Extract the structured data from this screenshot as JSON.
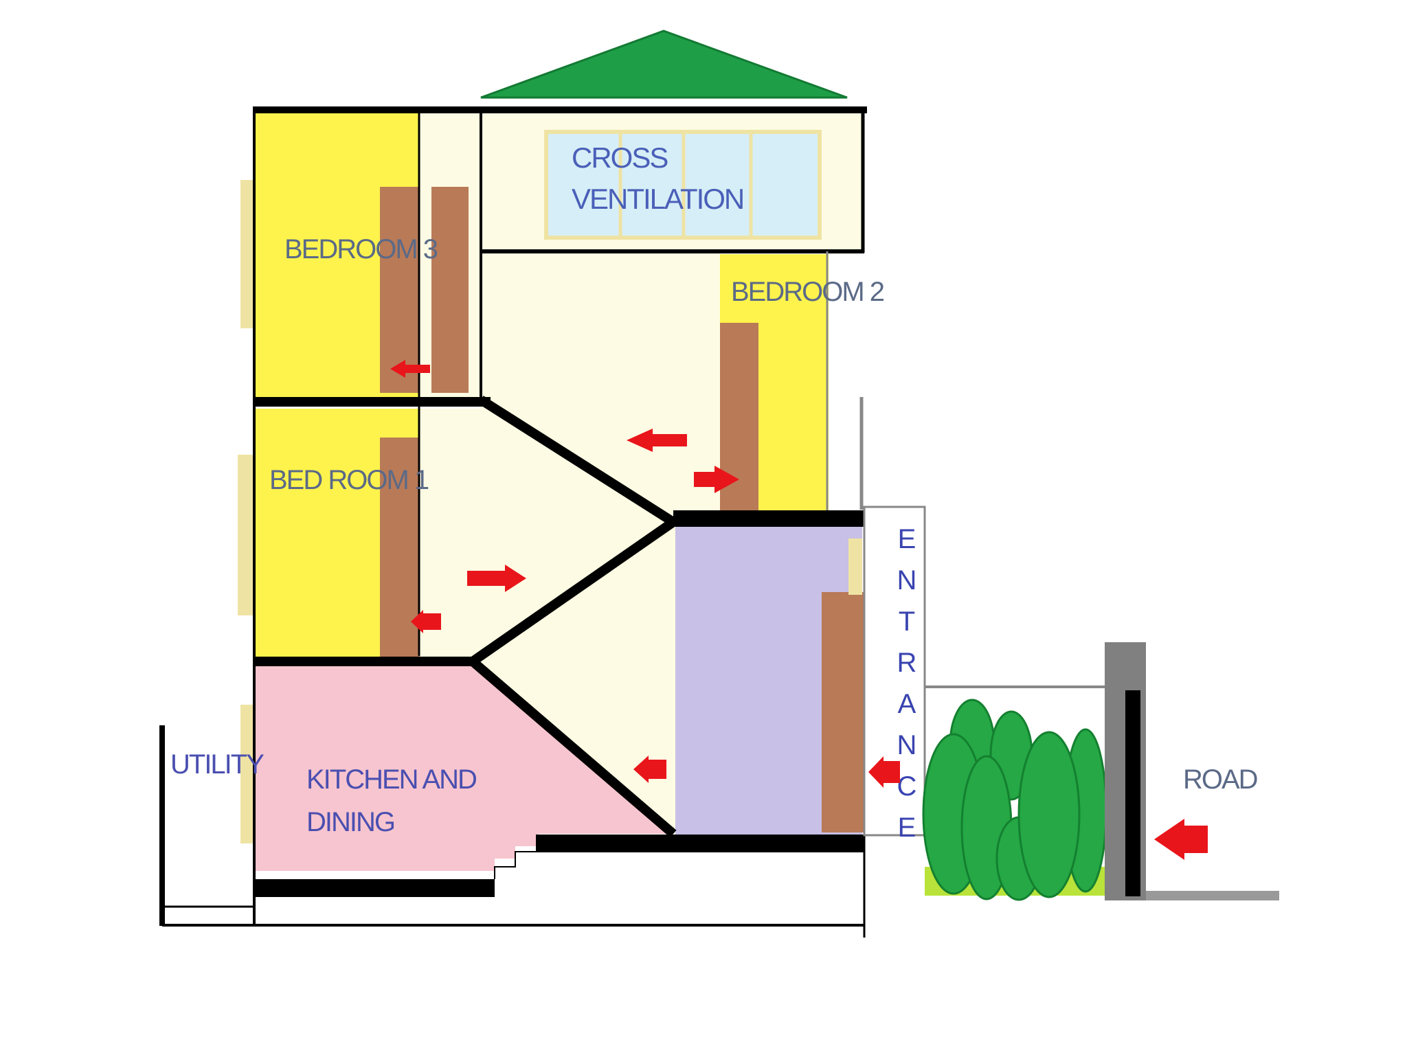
{
  "labels": {
    "cross": "CROSS",
    "ventilation": "VENTILATION",
    "bedroom3": "BEDROOM 3",
    "bedroom2": "BEDROOM 2",
    "bedroom1": "BED ROOM 1",
    "utility": "UTILITY",
    "kitchen_line1": "KITCHEN AND",
    "kitchen_line2": "DINING",
    "road": "ROAD",
    "entrance_letters": [
      "E",
      "N",
      "T",
      "R",
      "A",
      "N",
      "C",
      "E"
    ]
  },
  "colors": {
    "roof": "#1f9e48",
    "bedroom": "#fdf34c",
    "stair_well": "#fdfbe3",
    "kitchen": "#f7c5cf",
    "entrance_hall": "#c8c0e6",
    "door": "#b97a57",
    "window_glass": "#d6eef7",
    "window_frame": "#efe3a3",
    "arrow": "#e8151b",
    "shrub": "#25a845",
    "grass": "#b9e33a",
    "gate_post": "#808080",
    "wall": "#000000"
  },
  "icons": {
    "airflow": "arrow-icon",
    "tree": "shrub-icon"
  }
}
